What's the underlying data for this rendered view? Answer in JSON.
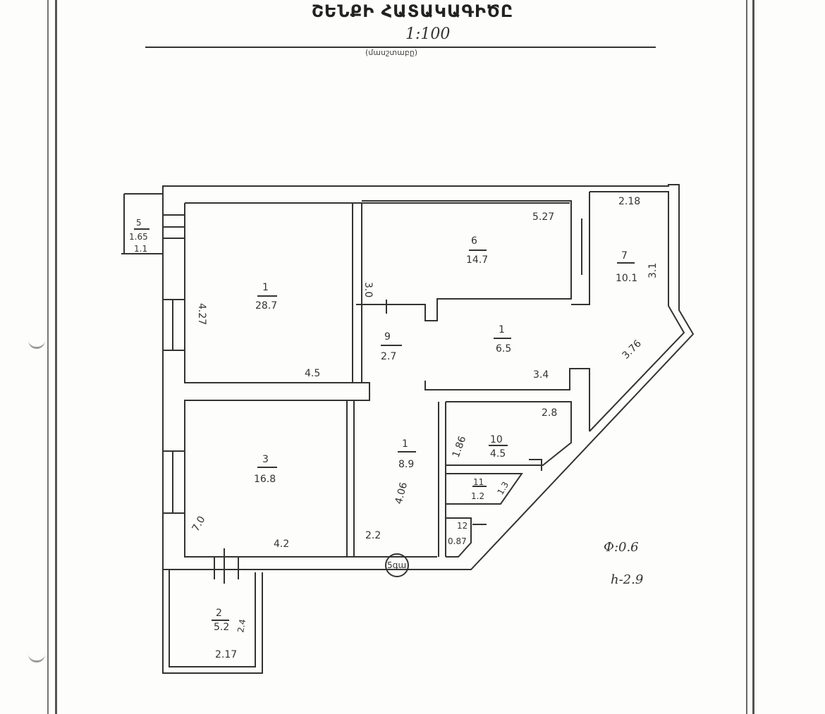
{
  "document": {
    "title": "ՇԵՆՔԻ ՀԱՏԱԿԱԳԻԾԸ",
    "scale": "1:100",
    "scale_caption": "(մասշտաբը)"
  },
  "plan": {
    "rooms": [
      {
        "number": "1",
        "area": "28.7",
        "dims": [
          "4.27",
          "4.5"
        ]
      },
      {
        "number": "6",
        "area": "14.7",
        "dims": [
          "5.27",
          "3.0"
        ]
      },
      {
        "number": "7",
        "area": "10.1",
        "dims": [
          "2.18",
          "3.1",
          "3.76"
        ]
      },
      {
        "number": "9",
        "area": "2.7",
        "dims": []
      },
      {
        "number": "1",
        "area": "6.5",
        "dims": [
          "3.4"
        ]
      },
      {
        "number": "3",
        "area": "16.8",
        "dims": [
          "7.0",
          "4.2"
        ]
      },
      {
        "number": "1",
        "area": "8.9",
        "dims": [
          "4.06",
          "2.2"
        ]
      },
      {
        "number": "10",
        "area": "4.5",
        "dims": [
          "2.8",
          "1.86"
        ]
      },
      {
        "number": "11",
        "area": "1.2",
        "dims": [
          "1.3"
        ]
      },
      {
        "number": "12",
        "area": "0.87",
        "dims": []
      },
      {
        "number": "5",
        "area": "1.65",
        "dims": [
          "1.1"
        ]
      },
      {
        "number": "2",
        "area": "5.2",
        "dims": [
          "2.4",
          "2.17"
        ]
      }
    ],
    "entrance_mark": "5գա",
    "notes": {
      "line1": "Ф:0.6",
      "line2": "h-2.9"
    }
  }
}
